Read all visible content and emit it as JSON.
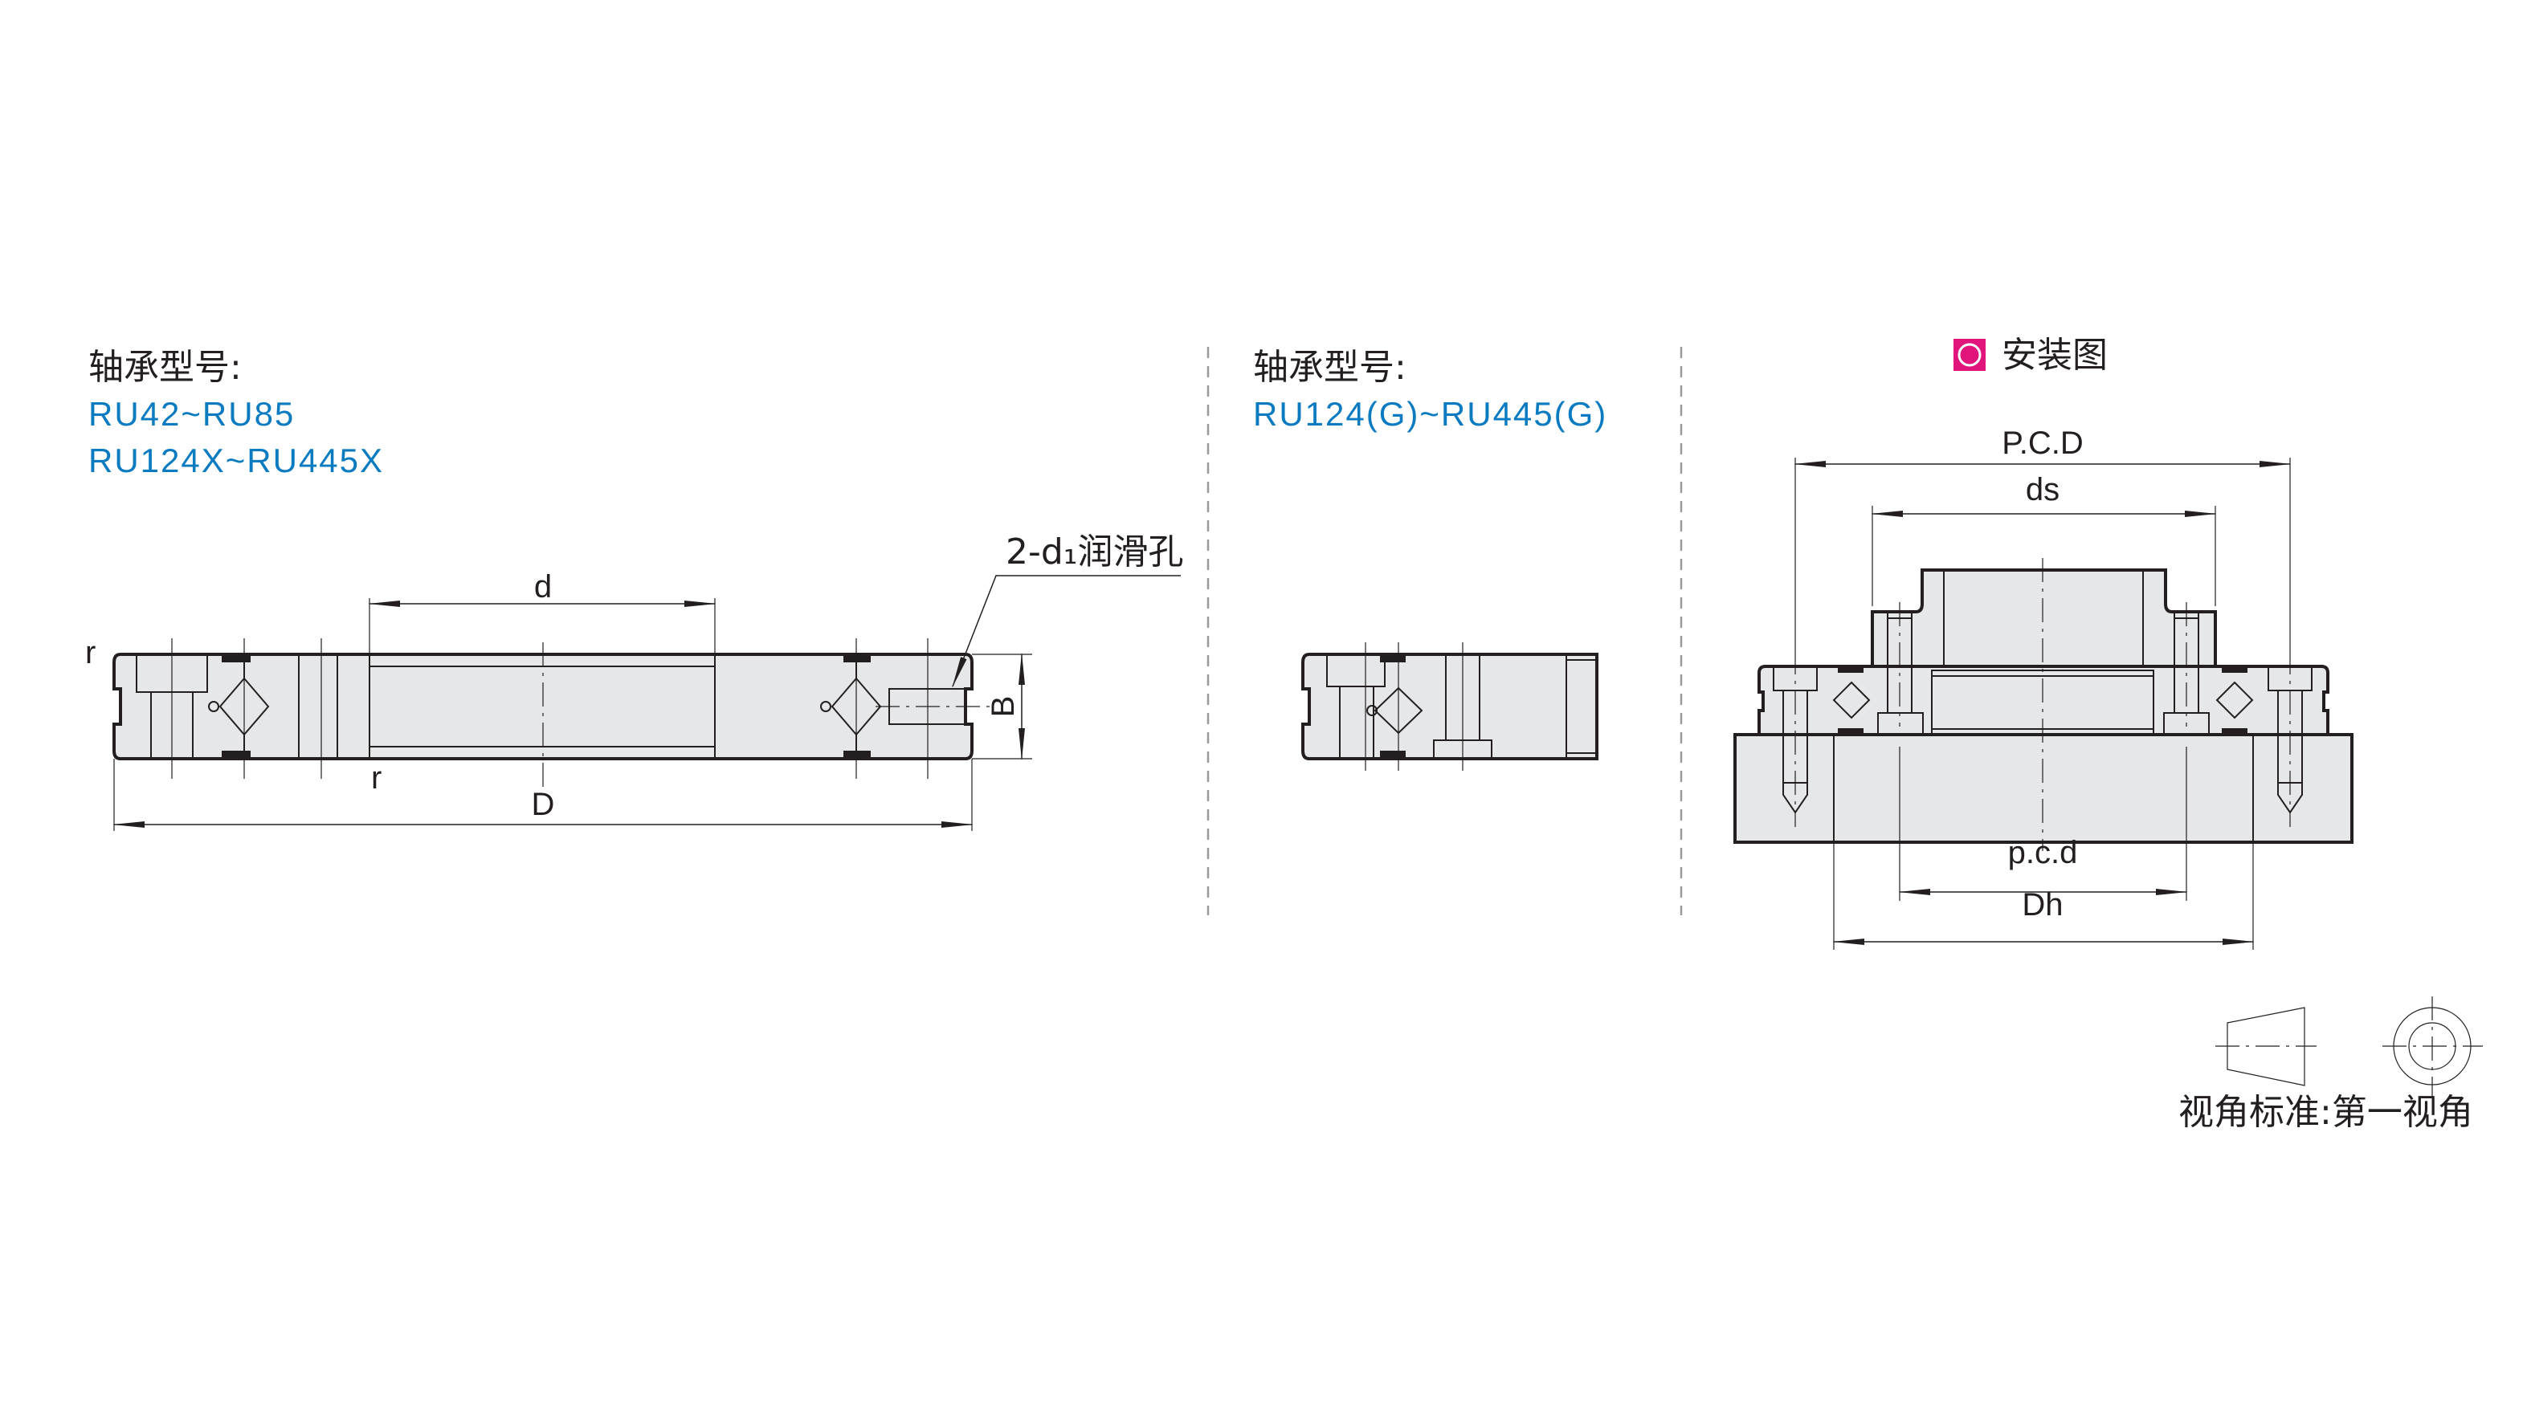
{
  "left_panel": {
    "heading": "轴承型号:",
    "models": [
      "RU42~RU85",
      "RU124X~RU445X"
    ],
    "dimensions": {
      "d": "d",
      "D": "D",
      "B": "B",
      "r_top": "r",
      "r_bottom": "r",
      "lube_hole": "2-d₁润滑孔"
    }
  },
  "middle_panel": {
    "heading": "轴承型号:",
    "models": [
      "RU124(G)~RU445(G)"
    ]
  },
  "install_panel": {
    "title": "安装图",
    "dimensions": {
      "pcd_upper": "P.C.D",
      "ds": "ds",
      "pcd_lower": "p.c.d",
      "dh": "Dh"
    }
  },
  "view_standard": {
    "label": "视角标准:第一视角"
  },
  "colors": {
    "blue": "#0a7bc1",
    "magenta": "#e0147a",
    "part_fill": "#e6e7e9",
    "line": "#231f20"
  }
}
